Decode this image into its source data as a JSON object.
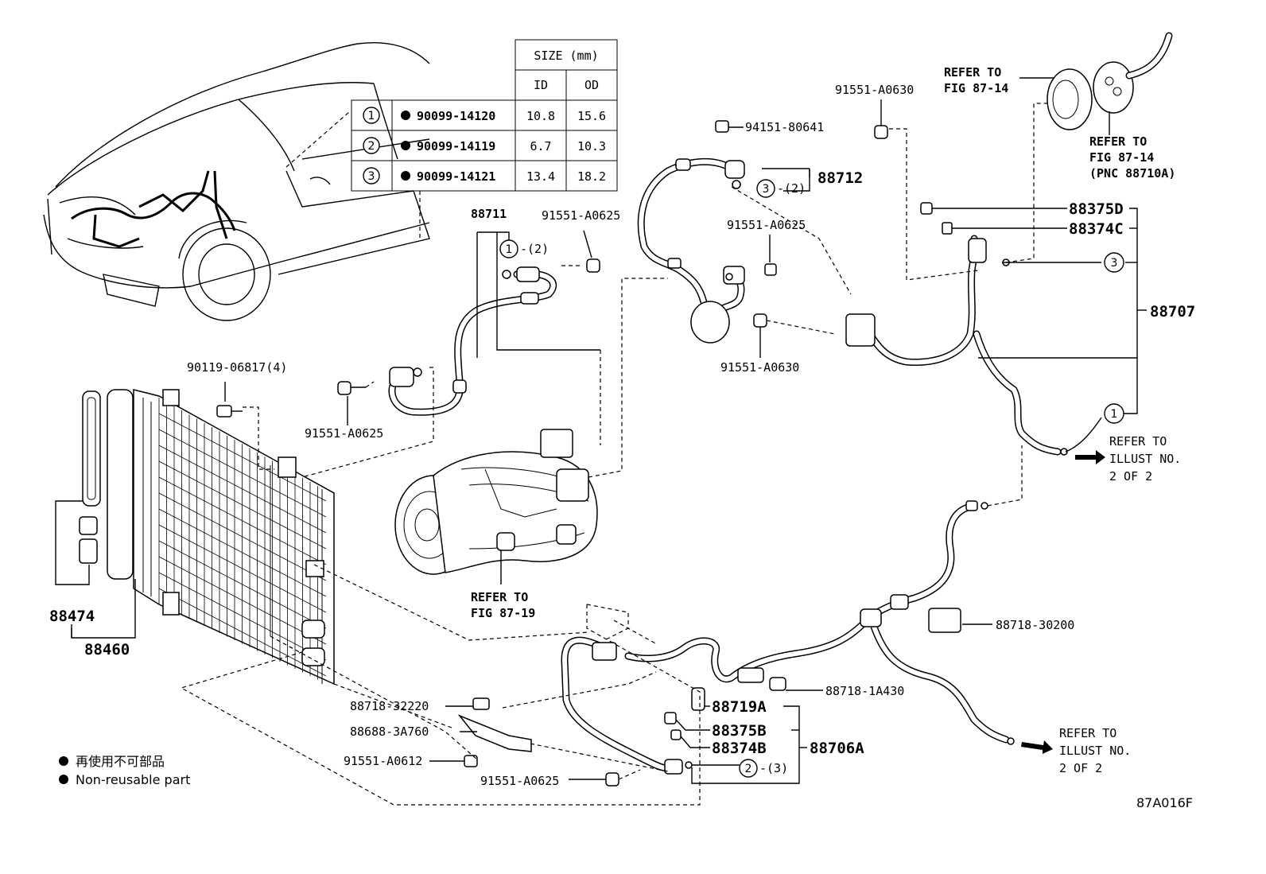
{
  "size_table": {
    "header_size": "SIZE (mm)",
    "header_id": "ID",
    "header_od": "OD",
    "rows": [
      {
        "idx": "1",
        "part": "90099-14120",
        "id": "10.8",
        "od": "15.6"
      },
      {
        "idx": "2",
        "part": "90099-14119",
        "id": "6.7",
        "od": "10.3"
      },
      {
        "idx": "3",
        "part": "90099-14121",
        "id": "13.4",
        "od": "18.2"
      }
    ]
  },
  "labels": {
    "p88711": "88711",
    "p88712": "88712",
    "p94151_80641": "94151-80641",
    "p91551_A0630_top": "91551-A0630",
    "p91551_A0630_mid": "91551-A0630",
    "p91551_A0625_a": "91551-A0625",
    "p91551_A0625_b": "91551-A0625",
    "p91551_A0625_c": "91551-A0625",
    "p91551_A0625_d": "91551-A0625",
    "p91551_A0612": "91551-A0612",
    "p90119_06817": "90119-06817(4)",
    "p88375D": "88375D",
    "p88374C": "88374C",
    "p88707": "88707",
    "p88474": "88474",
    "p88460": "88460",
    "p88718_30200": "88718-30200",
    "p88718_1A430": "88718-1A430",
    "p88718_32220": "88718-32220",
    "p88688_3A760": "88688-3A760",
    "p88719A": "88719A",
    "p88375B": "88375B",
    "p88374B": "88374B",
    "p88706A": "88706A",
    "ring_1_2": "-(2)",
    "ring_3_2": "-(2)",
    "ring_2_3": "-(3)",
    "circ1": "1",
    "circ2": "2",
    "circ3": "3"
  },
  "refers": {
    "fig8714_a_l1": "REFER TO",
    "fig8714_a_l2": "FIG 87-14",
    "fig8714_b_l1": "REFER TO",
    "fig8714_b_l2": "FIG 87-14",
    "fig8714_b_l3": "(PNC 88710A)",
    "fig8719_l1": "REFER TO",
    "fig8719_l2": "FIG 87-19",
    "illust_a_l1": "REFER TO",
    "illust_a_l2": "ILLUST NO.",
    "illust_a_l3": "2 OF 2",
    "illust_b_l1": "REFER TO",
    "illust_b_l2": "ILLUST NO.",
    "illust_b_l3": "2 OF 2"
  },
  "legend": {
    "jp": "再使用不可部品",
    "en": "Non-reusable part"
  },
  "figure_code": "87A016F"
}
